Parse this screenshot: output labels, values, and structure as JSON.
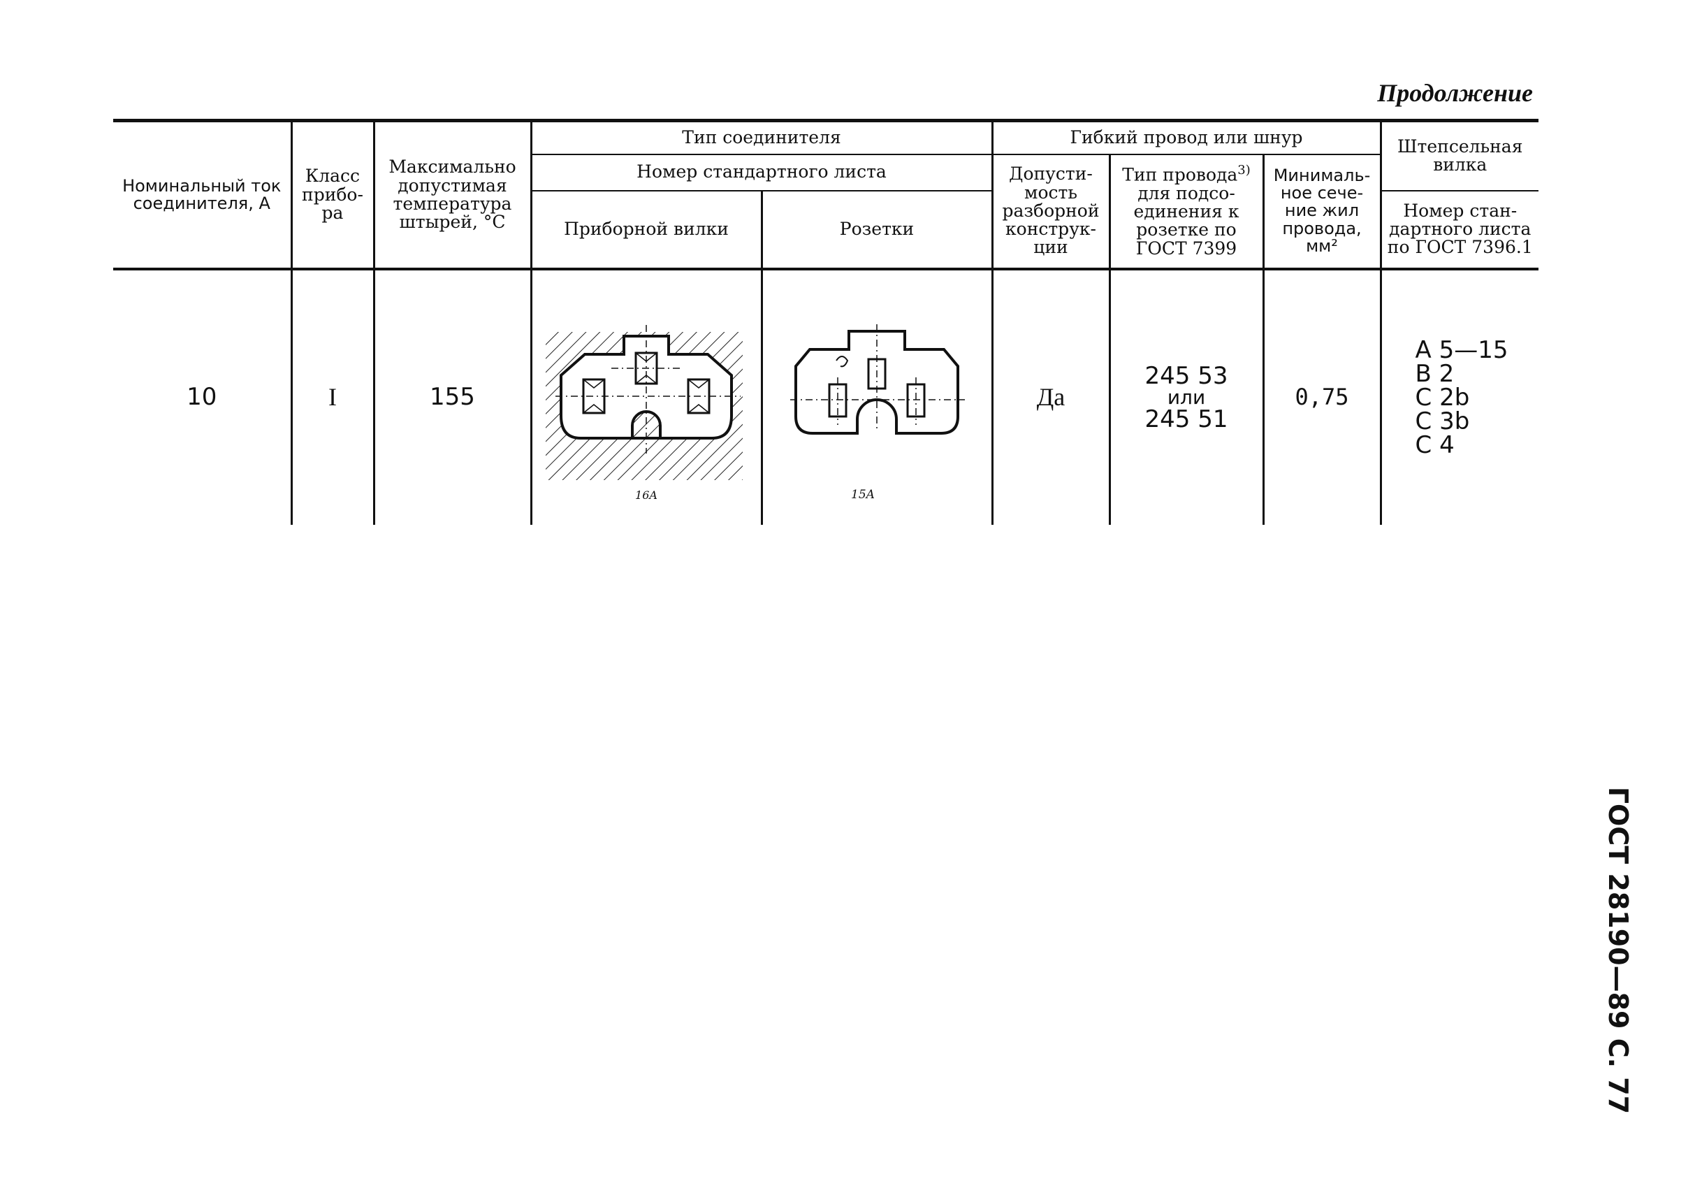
{
  "page": {
    "continuation": "Продолжение",
    "side_label": "ГОСТ 28190—89 С. 77"
  },
  "table": {
    "headers": {
      "rated_current": "Номинальный ток соединителя, А",
      "device_class": "Класс прибо-ра",
      "max_temp": "Максимально допустимая температура штырей, °С",
      "connector_type": "Тип соединителя",
      "standard_sheet_number": "Номер стандартного листа",
      "appliance_plug": "Приборной вилки",
      "sockets": "Розетки",
      "flexible_cord": "Гибкий провод или шнур",
      "rewirable": "Допусти-мость разборной конструк-ции",
      "wire_type": "Тип провода",
      "wire_type_sup": "3)",
      "wire_type_rest": "для подсо-единения к розетке по ГОСТ 7399",
      "min_section": "Минималь-ное сече-ние жил провода, мм²",
      "plug": "Штепсельная вилка",
      "plug_sheet": "Номер стан-дартного листа по ГОСТ 7396.1"
    },
    "row": {
      "rated_current": "10",
      "device_class": "I",
      "max_temp": "155",
      "rewirable": "Да",
      "wire_type_lines": [
        "245 53",
        "или",
        "245 51"
      ],
      "min_section": "0,75",
      "plug_sheets": [
        "А 5—15",
        "В 2",
        "С 2b",
        "С 3b",
        "С 4"
      ],
      "appliance_drawing_label": "16A",
      "socket_drawing_label": "15A"
    }
  }
}
